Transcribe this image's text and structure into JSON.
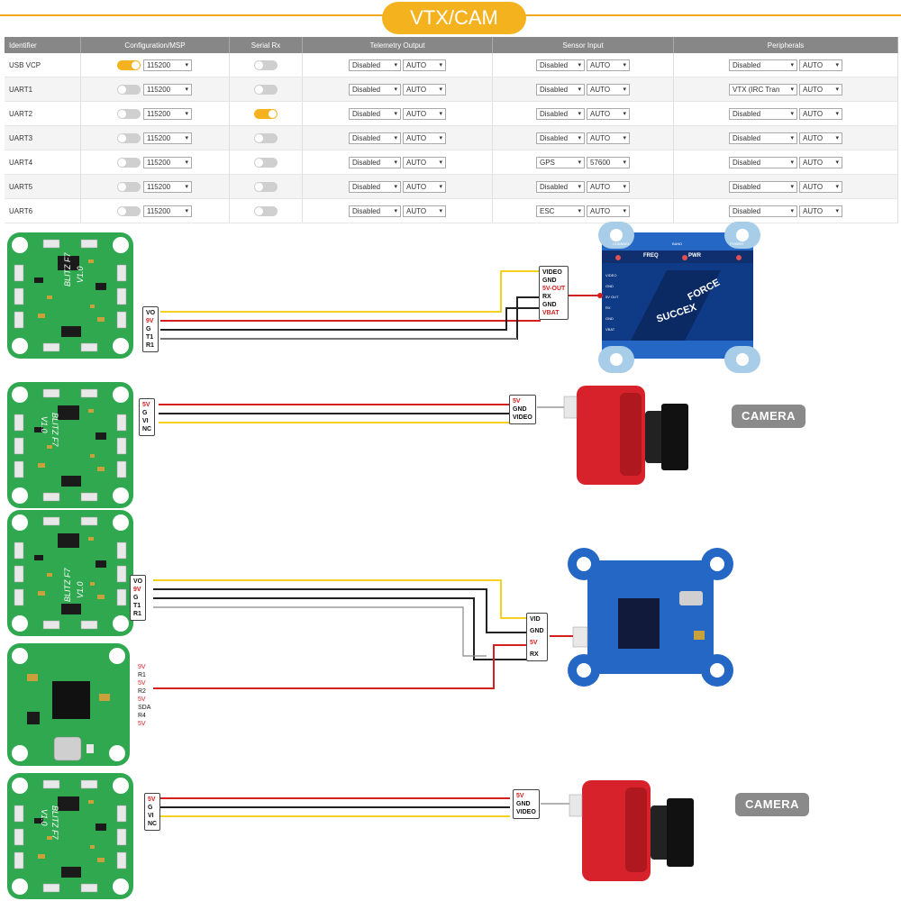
{
  "header": {
    "title": "VTX/CAM"
  },
  "ports_table": {
    "columns": [
      "Identifier",
      "Configuration/MSP",
      "Serial Rx",
      "Telemetry Output",
      "Sensor Input",
      "Peripherals"
    ],
    "rows": [
      {
        "id": "USB VCP",
        "msp_on": true,
        "baud": "115200",
        "rx_on": false,
        "tel": "Disabled",
        "tel_rate": "AUTO",
        "sensor": "Disabled",
        "sensor_rate": "AUTO",
        "periph": "Disabled",
        "periph_rate": "AUTO"
      },
      {
        "id": "UART1",
        "msp_on": false,
        "baud": "115200",
        "rx_on": false,
        "tel": "Disabled",
        "tel_rate": "AUTO",
        "sensor": "Disabled",
        "sensor_rate": "AUTO",
        "periph": "VTX (IRC Tran",
        "periph_rate": "AUTO"
      },
      {
        "id": "UART2",
        "msp_on": false,
        "baud": "115200",
        "rx_on": true,
        "tel": "Disabled",
        "tel_rate": "AUTO",
        "sensor": "Disabled",
        "sensor_rate": "AUTO",
        "periph": "Disabled",
        "periph_rate": "AUTO"
      },
      {
        "id": "UART3",
        "msp_on": false,
        "baud": "115200",
        "rx_on": false,
        "tel": "Disabled",
        "tel_rate": "AUTO",
        "sensor": "Disabled",
        "sensor_rate": "AUTO",
        "periph": "Disabled",
        "periph_rate": "AUTO"
      },
      {
        "id": "UART4",
        "msp_on": false,
        "baud": "115200",
        "rx_on": false,
        "tel": "Disabled",
        "tel_rate": "AUTO",
        "sensor": "GPS",
        "sensor_rate": "57600",
        "periph": "Disabled",
        "periph_rate": "AUTO"
      },
      {
        "id": "UART5",
        "msp_on": false,
        "baud": "115200",
        "rx_on": false,
        "tel": "Disabled",
        "tel_rate": "AUTO",
        "sensor": "Disabled",
        "sensor_rate": "AUTO",
        "periph": "Disabled",
        "periph_rate": "AUTO"
      },
      {
        "id": "UART6",
        "msp_on": false,
        "baud": "115200",
        "rx_on": false,
        "tel": "Disabled",
        "tel_rate": "AUTO",
        "sensor": "ESC",
        "sensor_rate": "AUTO",
        "periph": "Disabled",
        "periph_rate": "AUTO"
      }
    ]
  },
  "board_text": {
    "model": "BLITZ F7",
    "version": "V1.0"
  },
  "section1": {
    "fc_pins": [
      "VO",
      "9V",
      "G",
      "T1",
      "R1"
    ],
    "vtx_pins": [
      "VIDEO",
      "GND",
      "5V-OUT",
      "RX",
      "GND",
      "VBAT"
    ],
    "vtx_brand": "SUCCEX",
    "vtx_model": "FORCE",
    "vtx_top_labels": [
      "FREQ",
      "PWR"
    ],
    "vtx_buttons": [
      "CHANNEL",
      "BAND",
      "POWER"
    ],
    "vtx_side_labels": [
      "VIDEO",
      "GND",
      "5V OUT",
      "RX",
      "GND",
      "VBAT"
    ]
  },
  "section2": {
    "fc_pins": [
      "5V",
      "G",
      "VI",
      "NC"
    ],
    "cam_pins": [
      "5V",
      "GND",
      "VIDEO"
    ],
    "camera_label": "CAMERA"
  },
  "section3": {
    "fc_pins": [
      "VO",
      "9V",
      "G",
      "T1",
      "R1"
    ],
    "rx_pins": [
      "9V",
      "R1",
      "5V",
      "R2",
      "5V",
      "SDA",
      "R4",
      "5V"
    ],
    "vtx_pins": [
      "VID",
      "GND",
      "5V",
      "RX"
    ]
  },
  "section4": {
    "fc_pins": [
      "5V",
      "G",
      "VI",
      "NC"
    ],
    "cam_pins": [
      "5V",
      "GND",
      "VIDEO"
    ],
    "camera_label": "CAMERA"
  },
  "colors": {
    "accent": "#f5b21f",
    "pcb_green": "#2fa84f",
    "wire_red": "#d22020",
    "wire_yellow": "#f5d020",
    "wire_black": "#222222",
    "camera_red": "#d8222b",
    "vtx_blue": "#2467c4"
  }
}
